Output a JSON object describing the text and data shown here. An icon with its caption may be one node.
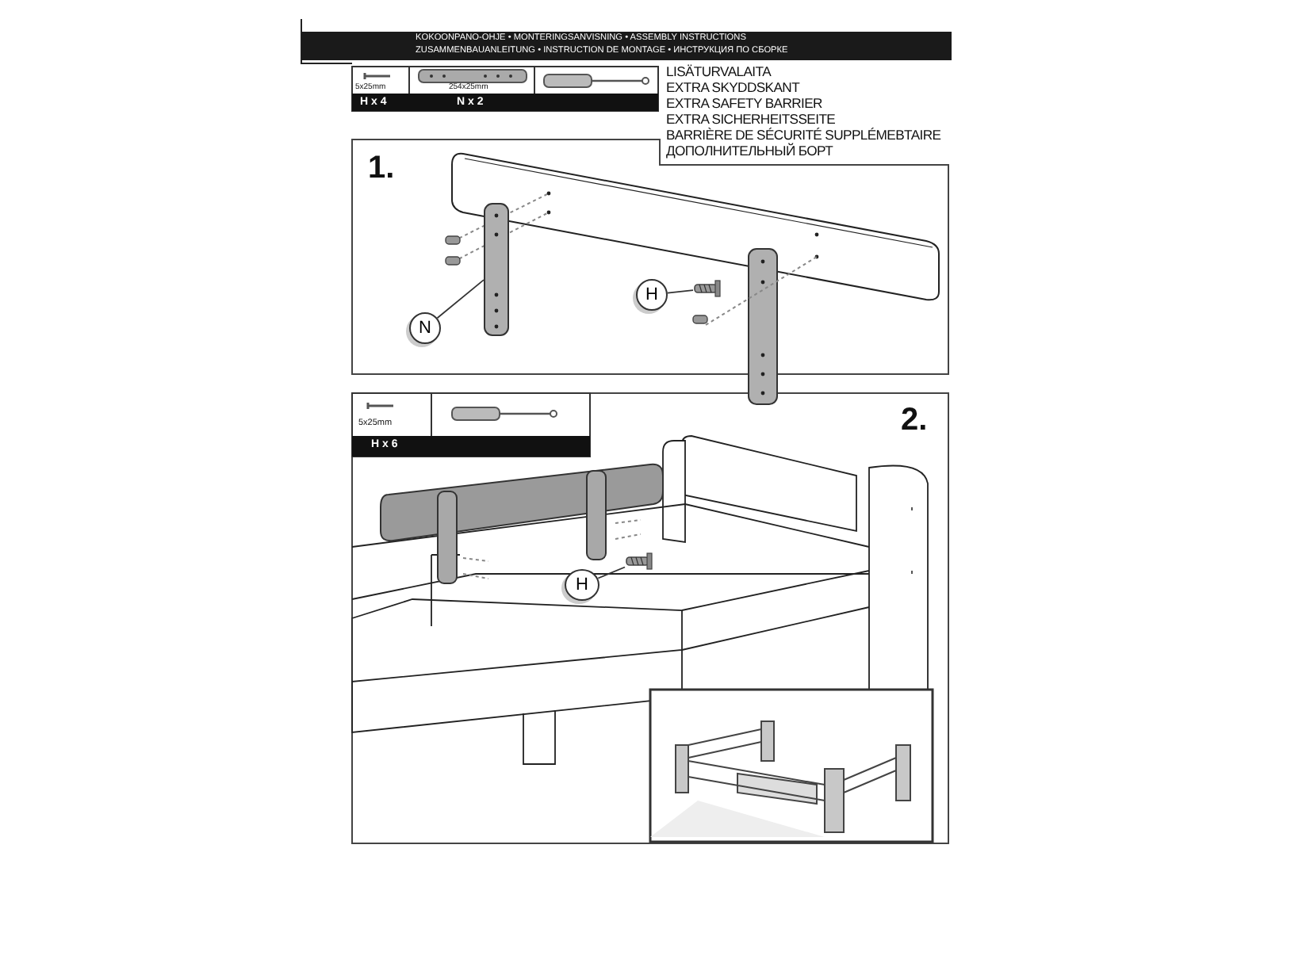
{
  "diagram": {
    "nodes": [
      {
        "text": [
          "N"
        ]
      },
      {
        "text": [],
        "shape": "bar"
      },
      {
        "text": [
          "H"
        ]
      },
      {
        "text": [],
        "shape": "picture"
      },
      {
        "text": [
          "H"
        ]
      },
      {
        "text": [],
        "shape": "picture"
      }
    ],
    "edges": [
      {
        "from": 0,
        "to": 1,
        "arrow": "none"
      },
      {
        "from": 2,
        "to": 3,
        "arrow": "none"
      },
      {
        "from": 4,
        "to": 5,
        "arrow": "none"
      }
    ],
    "labels": [
      "KOKOONPANO-OHJE • MONTERINGSANVISNING • ASSEMBLY INSTRUCTIONS",
      "ZUSAMMENBAUANLEITUNG • INSTRUCTION DE MONTAGE • ИНСТРУКЦИЯ ПО СБОРКЕ",
      "5x25mm",
      "254x25mm",
      "H x 4",
      "N x 2",
      "LISÄTURVALAITA",
      "EXTRA SKYDDSKANT",
      "EXTRA SAFETY BARRIER",
      "EXTRA SICHERHEITSSEITE",
      "BARRIÈRE DE SÉCURITÉ SUPPLÉMEBTAIRE",
      "ДОПОЛНИТЕЛЬНЫЙ БОРТ",
      "1.",
      "5x25mm",
      "H x 6",
      "2."
    ]
  }
}
